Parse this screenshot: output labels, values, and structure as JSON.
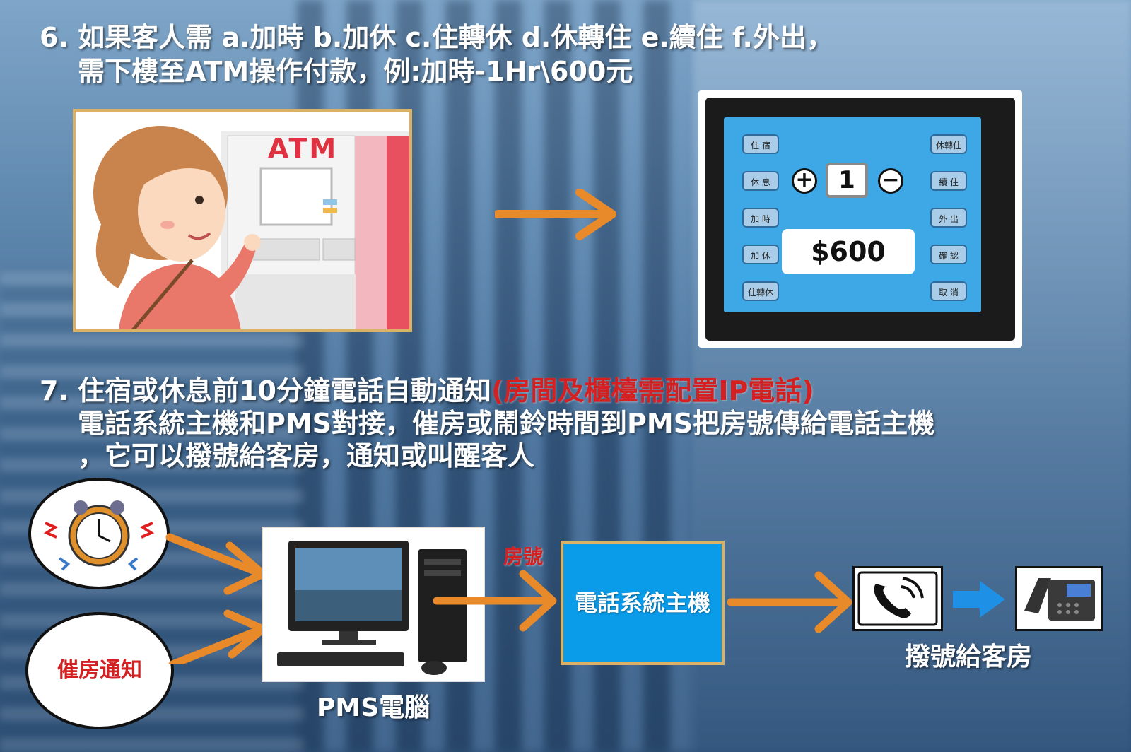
{
  "section6": {
    "line1": "6. 如果客人需  a.加時   b.加休   c.住轉休   d.休轉住   e.續住   f.外出，",
    "line2": "需下樓至ATM操作付款，例:加時-1Hr\\600元"
  },
  "atm": {
    "sign": "ATM"
  },
  "kiosk": {
    "left_buttons": [
      "住 宿",
      "休 息",
      "加 時",
      "加 休",
      "住轉休"
    ],
    "right_buttons": [
      "休轉住",
      "續 住",
      "外 出",
      "確 認",
      "取 消"
    ],
    "plus": "+",
    "minus": "−",
    "quantity": "1",
    "price": "$600"
  },
  "section7": {
    "line1_main": "7. 住宿或休息前10分鐘電話自動通知",
    "line1_note": "(房間及櫃檯需配置IP電話)",
    "line2": "電話系統主機和PMS對接，催房或鬧鈴時間到PMS把房號傳給電話主機",
    "line3": "，它可以撥號給客房，通知或叫醒客人"
  },
  "diagram": {
    "wakeup_node_label": "催房通知",
    "pms_label": "PMS電腦",
    "room_number_label": "房號",
    "phone_host_label": "電話系統主機",
    "dial_label": "撥號給客房"
  },
  "colors": {
    "accent_orange": "#e8892a",
    "host_blue": "#0a9be9",
    "note_red": "#d42020",
    "frame_gold": "#d9b266"
  }
}
